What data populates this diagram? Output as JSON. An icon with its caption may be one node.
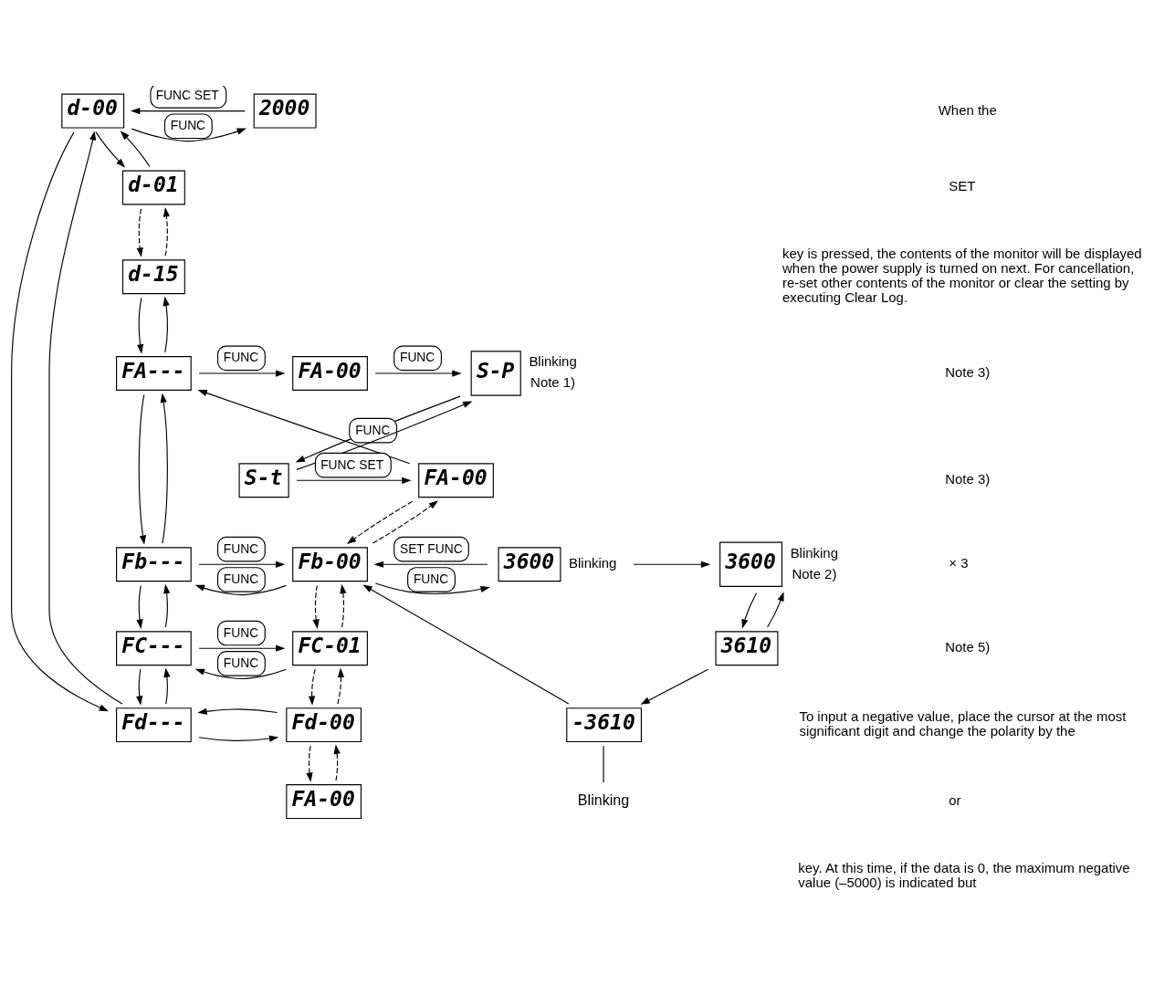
{
  "diagram": {
    "nodes": [
      {
        "text": [
          "d-00"
        ]
      },
      {
        "text": [
          "2000"
        ]
      },
      {
        "text": [
          "d-01"
        ]
      },
      {
        "text": [
          "d-15"
        ]
      },
      {
        "text": [
          "FA---"
        ]
      },
      {
        "text": [
          "FA-00"
        ]
      },
      {
        "text": [
          "S-P"
        ],
        "beside": [
          "Blinking",
          "Note 1)"
        ]
      },
      {
        "text": [
          "FA-00"
        ]
      },
      {
        "text": [
          "S-t"
        ]
      },
      {
        "text": [
          "Fb---"
        ]
      },
      {
        "text": [
          "Fb-00"
        ]
      },
      {
        "text": [
          "3600"
        ],
        "beside": [
          "Blinking"
        ]
      },
      {
        "text": [
          "3600"
        ],
        "beside": [
          "Blinking",
          "Note 2)"
        ]
      },
      {
        "text": [
          "FC---"
        ]
      },
      {
        "text": [
          "FC-01"
        ]
      },
      {
        "text": [
          "3610"
        ]
      },
      {
        "text": [
          "Fd---"
        ]
      },
      {
        "text": [
          "Fd-00"
        ]
      },
      {
        "text": [
          "-3610"
        ]
      },
      {
        "text": [
          "Blinking"
        ]
      },
      {
        "text": [
          "FA-00"
        ]
      }
    ],
    "edges": [
      {
        "from": 0,
        "to": 1,
        "arrow": "to",
        "label": "FUNC"
      },
      {
        "from": 1,
        "to": 0,
        "arrow": "to",
        "label": "FUNC SET"
      },
      {
        "from": 0,
        "to": 2,
        "arrow": "to"
      },
      {
        "from": 2,
        "to": 0,
        "arrow": "to"
      },
      {
        "from": 2,
        "to": 3,
        "arrow": "to",
        "style": "dashed"
      },
      {
        "from": 3,
        "to": 2,
        "arrow": "to",
        "style": "dashed"
      },
      {
        "from": 3,
        "to": 4,
        "arrow": "to"
      },
      {
        "from": 4,
        "to": 3,
        "arrow": "to"
      },
      {
        "from": 4,
        "to": 5,
        "arrow": "to",
        "label": "FUNC"
      },
      {
        "from": 5,
        "to": 6,
        "arrow": "to",
        "label": "FUNC"
      },
      {
        "from": 6,
        "to": 8,
        "arrow": "to"
      },
      {
        "from": 8,
        "to": 6,
        "arrow": "to"
      },
      {
        "from": 8,
        "to": 7,
        "arrow": "to",
        "label": "FUNC SET"
      },
      {
        "from": 7,
        "to": 4,
        "arrow": "to",
        "label": "FUNC"
      },
      {
        "from": 4,
        "to": 9,
        "arrow": "to"
      },
      {
        "from": 9,
        "to": 4,
        "arrow": "to"
      },
      {
        "from": 7,
        "to": 10,
        "arrow": "to",
        "style": "dashed"
      },
      {
        "from": 10,
        "to": 7,
        "arrow": "to",
        "style": "dashed"
      },
      {
        "from": 9,
        "to": 10,
        "arrow": "to",
        "label": "FUNC"
      },
      {
        "from": 10,
        "to": 9,
        "arrow": "to",
        "label": "FUNC"
      },
      {
        "from": 10,
        "to": 11,
        "arrow": "to",
        "label": "FUNC"
      },
      {
        "from": 11,
        "to": 10,
        "arrow": "to",
        "label": "SET FUNC"
      },
      {
        "from": 11,
        "to": 12,
        "arrow": "to"
      },
      {
        "from": 12,
        "to": 15,
        "arrow": "to"
      },
      {
        "from": 15,
        "to": 12,
        "arrow": "to"
      },
      {
        "from": 15,
        "to": 18,
        "arrow": "to"
      },
      {
        "from": 18,
        "to": 10,
        "arrow": "to"
      },
      {
        "from": 9,
        "to": 13,
        "arrow": "to"
      },
      {
        "from": 13,
        "to": 9,
        "arrow": "to"
      },
      {
        "from": 10,
        "to": 14,
        "arrow": "to",
        "style": "dashed"
      },
      {
        "from": 14,
        "to": 10,
        "arrow": "to",
        "style": "dashed"
      },
      {
        "from": 13,
        "to": 14,
        "arrow": "to",
        "label": "FUNC"
      },
      {
        "from": 14,
        "to": 13,
        "arrow": "to",
        "label": "FUNC"
      },
      {
        "from": 13,
        "to": 16,
        "arrow": "to"
      },
      {
        "from": 16,
        "to": 13,
        "arrow": "to"
      },
      {
        "from": 14,
        "to": 17,
        "arrow": "to",
        "style": "dashed"
      },
      {
        "from": 17,
        "to": 14,
        "arrow": "to",
        "style": "dashed"
      },
      {
        "from": 16,
        "to": 17,
        "arrow": "to"
      },
      {
        "from": 17,
        "to": 16,
        "arrow": "to"
      },
      {
        "from": 17,
        "to": 20,
        "arrow": "to",
        "style": "dashed"
      },
      {
        "from": 20,
        "to": 17,
        "arrow": "to",
        "style": "dashed"
      },
      {
        "from": 16,
        "to": 0,
        "arrow": "to"
      },
      {
        "from": 0,
        "to": 16,
        "arrow": "to"
      },
      {
        "from": 19,
        "to": 18,
        "arrow": "none"
      }
    ],
    "labels": [
      "When the",
      "SET",
      "key is pressed, the contents of the monitor will be displayed when the power supply is turned on next. For cancellation, re-set other contents of the monitor or clear the setting by executing Clear Log.",
      "Note 3)",
      "Note 3)",
      "× 3",
      "Note 5)",
      "To input a negative value, place the cursor at the most significant digit and change the polarity by the",
      "or",
      "key. At this time, if the data is 0, the maximum negative value (–5000) is indicated but"
    ]
  }
}
